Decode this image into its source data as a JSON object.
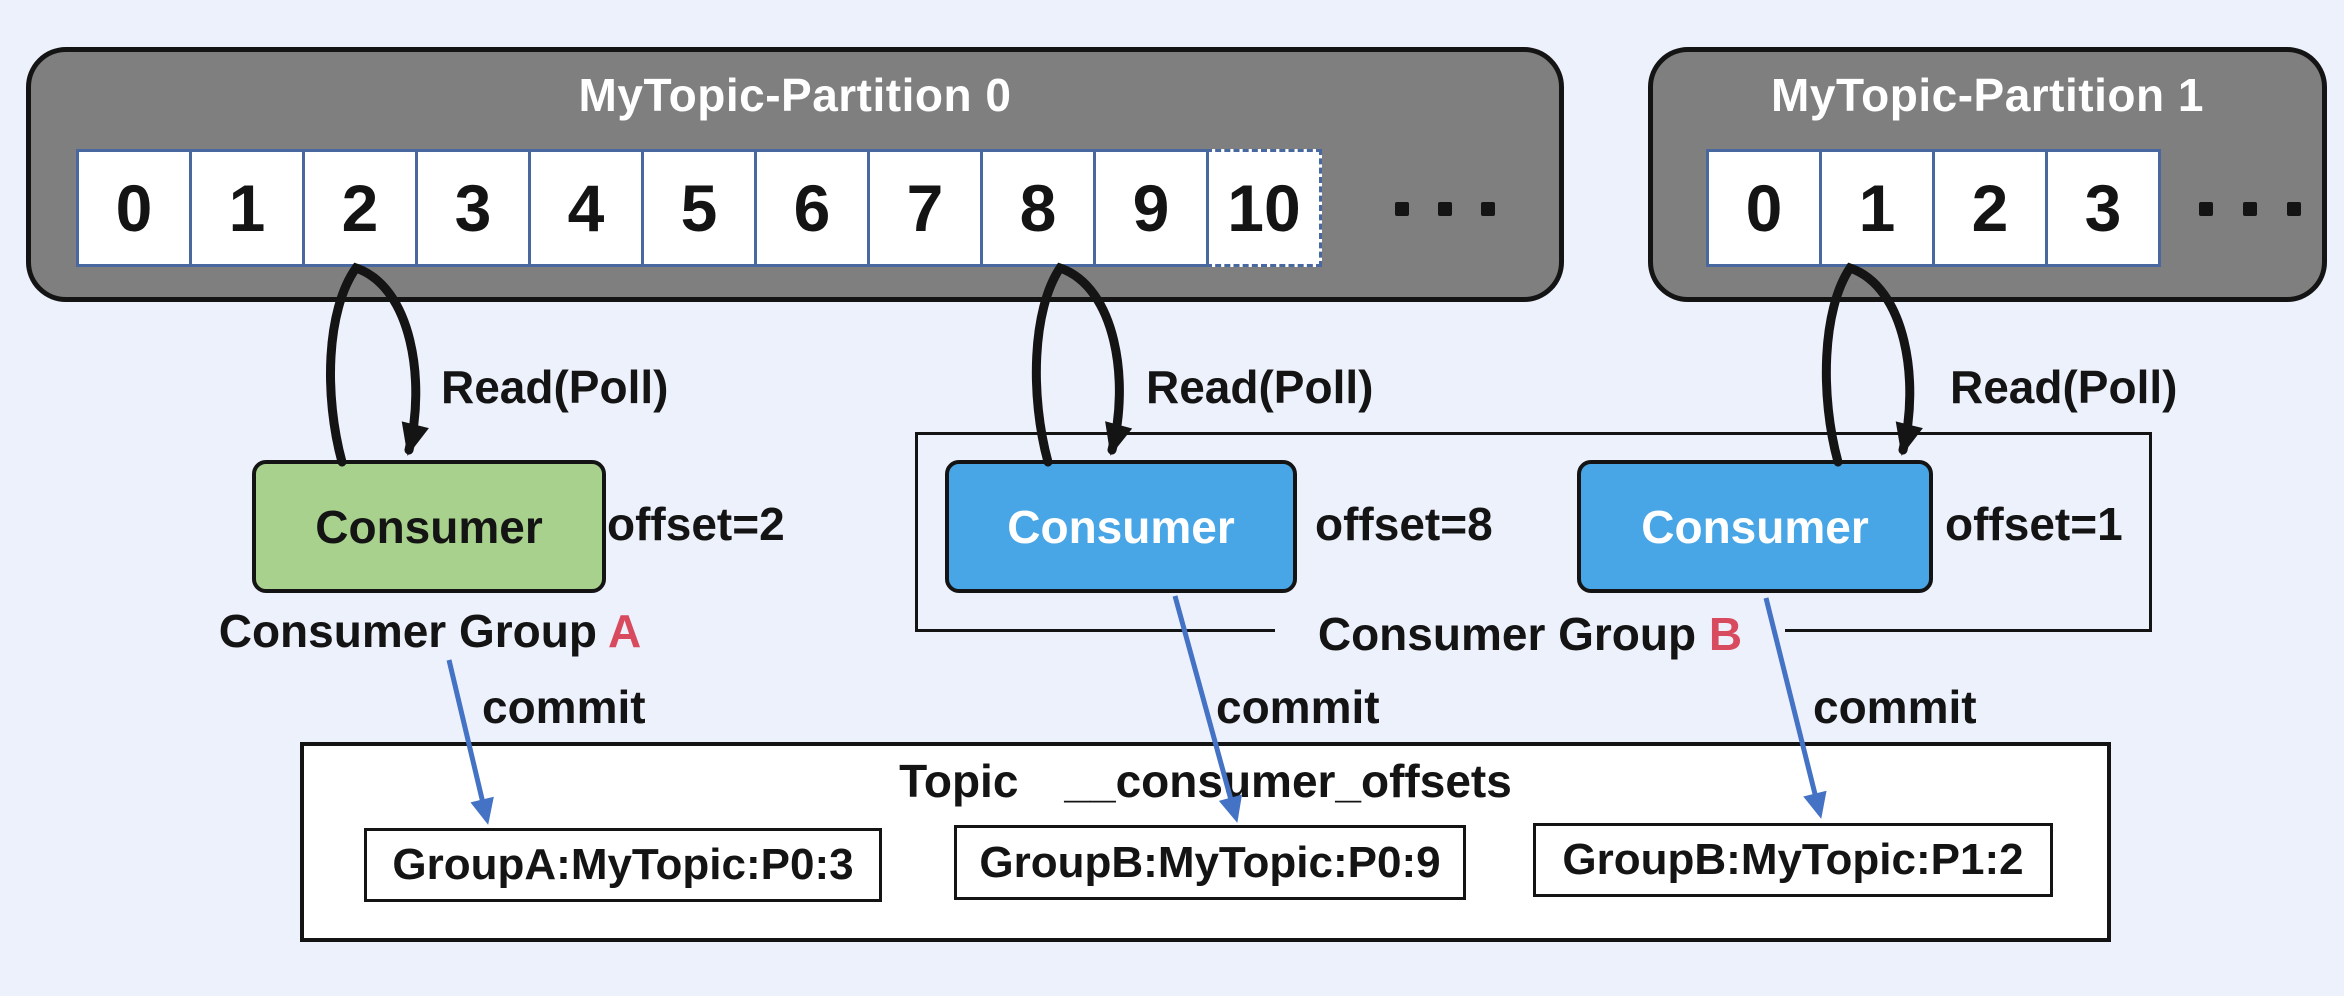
{
  "colors": {
    "background": "#edf1fb",
    "partition_fill": "#7f7f7f",
    "partition_border": "#141414",
    "cell_border": "#48689f",
    "cell_fill": "#ffffff",
    "green_consumer_fill": "#a9d18e",
    "blue_consumer_fill": "#48a6e6",
    "box_border_black": "#141414",
    "group_letter_red": "#d84a5e",
    "commit_arrow_blue": "#4472c4",
    "read_arrow_black": "#141414"
  },
  "partitions": [
    {
      "title": "MyTopic-Partition 0",
      "cells": [
        "0",
        "1",
        "2",
        "3",
        "4",
        "5",
        "6",
        "7",
        "8",
        "9",
        "10"
      ],
      "last_cell_dashed": true,
      "ellipsis": "..."
    },
    {
      "title": "MyTopic-Partition 1",
      "cells": [
        "0",
        "1",
        "2",
        "3"
      ],
      "last_cell_dashed": false,
      "ellipsis": "..."
    }
  ],
  "arrows": {
    "read_label": "Read(Poll)",
    "commit_label": "commit"
  },
  "consumers": [
    {
      "label": "Consumer",
      "offset": "offset=2",
      "color": "green",
      "group": "A"
    },
    {
      "label": "Consumer",
      "offset": "offset=8",
      "color": "blue",
      "group": "B"
    },
    {
      "label": "Consumer",
      "offset": "offset=1",
      "color": "blue",
      "group": "B"
    }
  ],
  "groups": [
    {
      "prefix": "Consumer Group ",
      "letter": "A"
    },
    {
      "prefix": "Consumer Group ",
      "letter": "B"
    }
  ],
  "offsets_topic": {
    "title_topic": "Topic",
    "title_name": "__consumer_offsets",
    "records": [
      "GroupA:MyTopic:P0:3",
      "GroupB:MyTopic:P0:9",
      "GroupB:MyTopic:P1:2"
    ]
  }
}
